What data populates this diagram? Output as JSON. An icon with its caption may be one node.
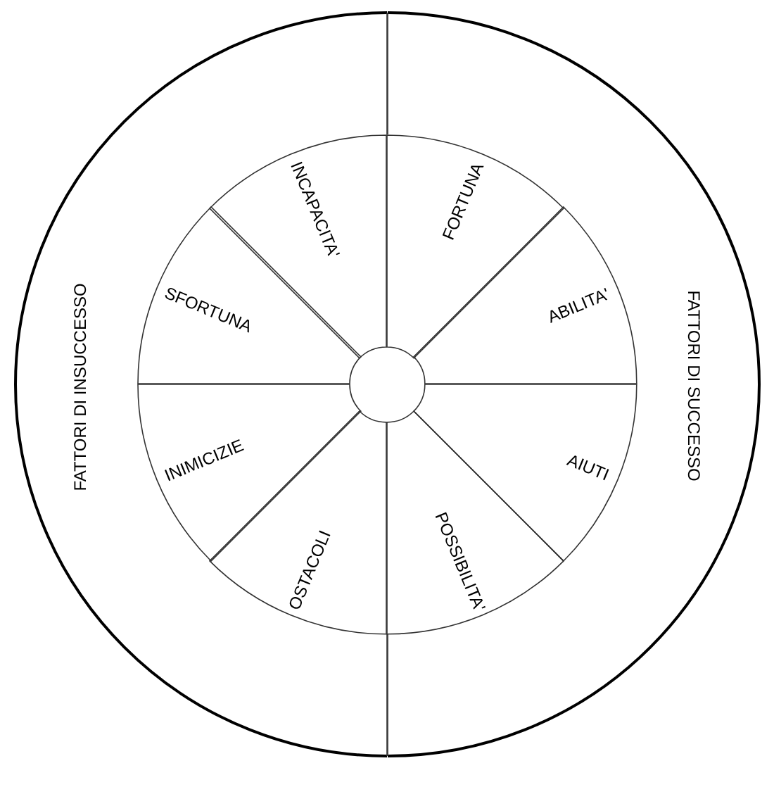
{
  "diagram": {
    "nodes": [
      {
        "text": [
          "FATTORI DI INSUCCESSO"
        ]
      },
      {
        "text": [
          "INCAPACITA'"
        ],
        "in": 0
      },
      {
        "text": [
          "SFORTUNA"
        ],
        "in": 0
      },
      {
        "text": [
          "INIMICIZIE"
        ],
        "in": 0
      },
      {
        "text": [
          "OSTACOLI"
        ],
        "in": 0
      },
      {
        "text": [
          "FATTORI DI SUCCESSO"
        ]
      },
      {
        "text": [
          "FORTUNA"
        ],
        "in": 5
      },
      {
        "text": [
          "ABILITA'"
        ],
        "in": 5
      },
      {
        "text": [
          "AIUTI"
        ],
        "in": 5
      },
      {
        "text": [
          "POSSIBILITA'"
        ],
        "in": 5
      }
    ]
  }
}
